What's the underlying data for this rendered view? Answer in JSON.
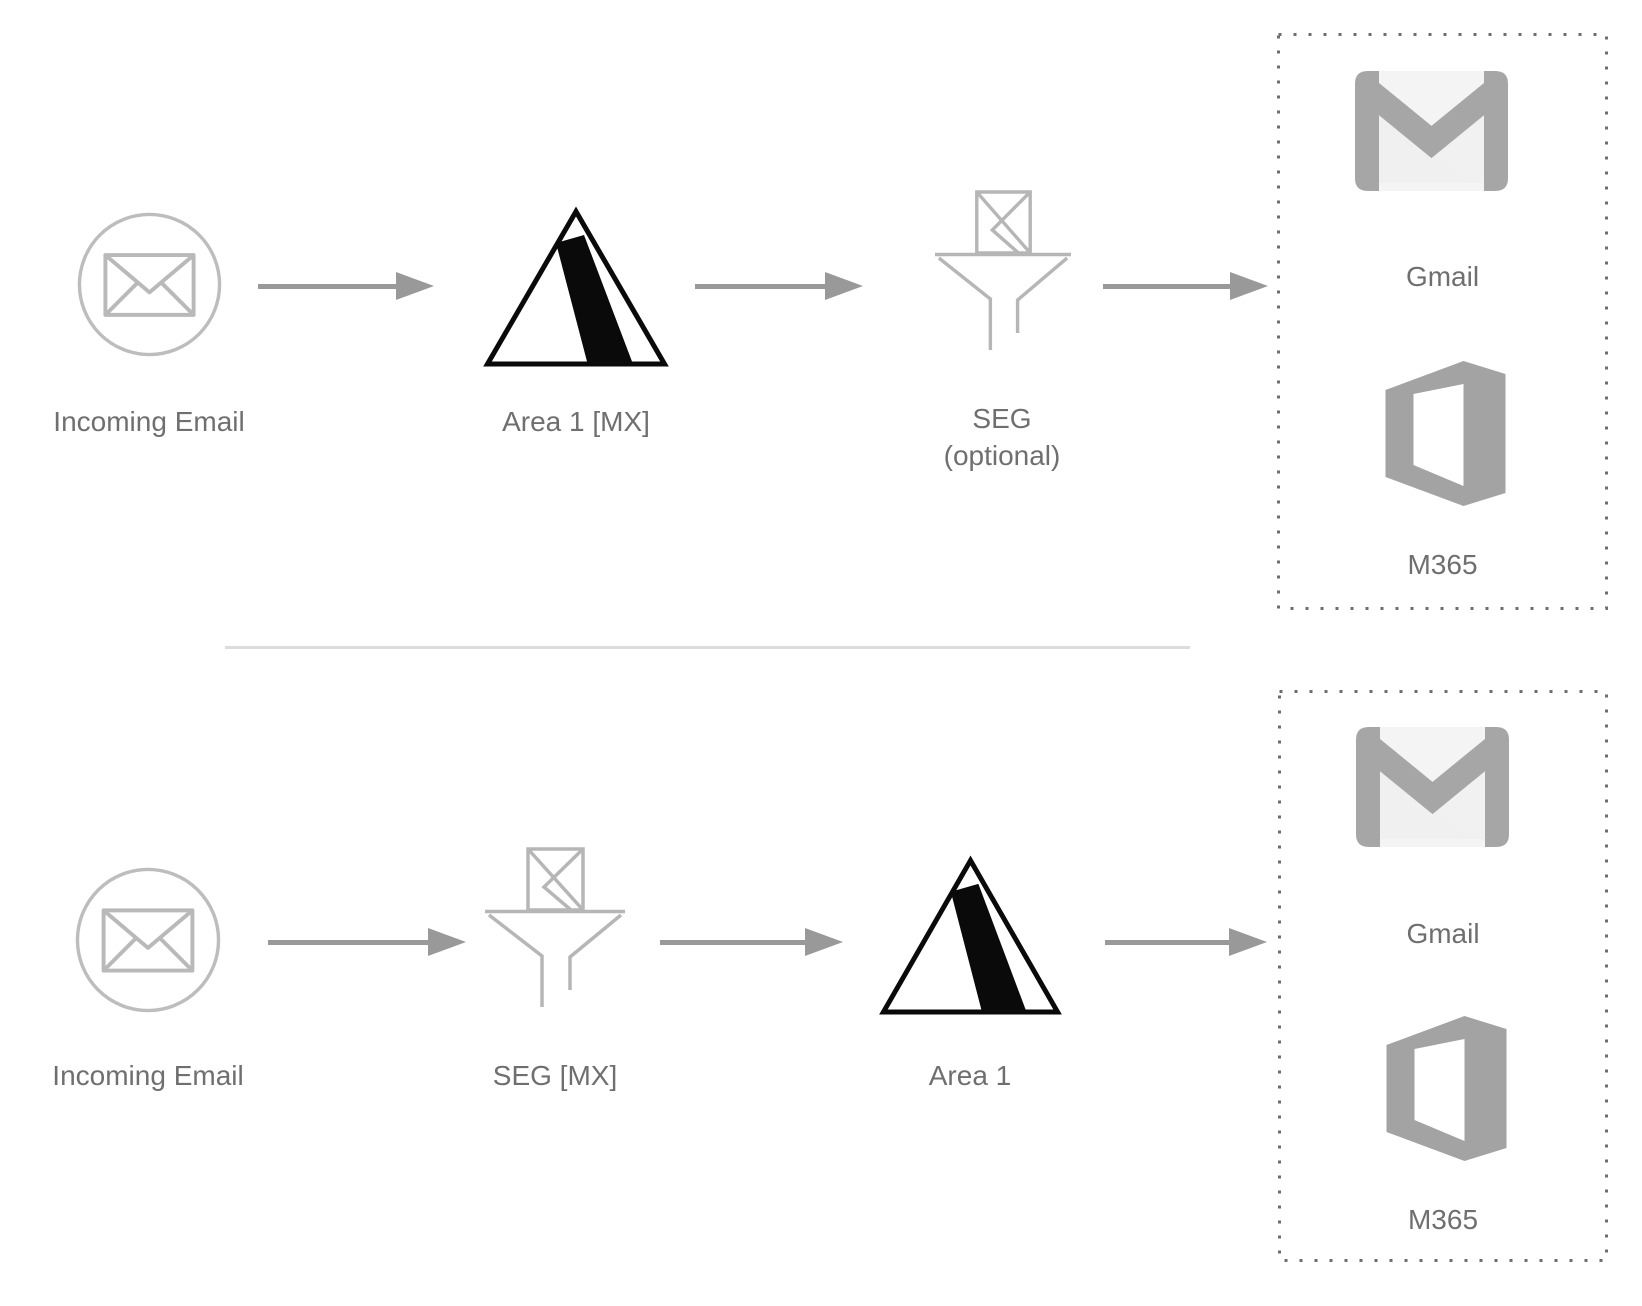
{
  "colors": {
    "arrow": "#999999",
    "outline": "#b9b9b9",
    "text": "#6f6f6f",
    "dotted": "#6e6e6e",
    "divider": "#dcdcdc",
    "logo_black": "#0a0a0a",
    "brand_gray": "#a6a6a6",
    "office_gray": "#a3a3a3",
    "gmail_body": "#f4f4f4"
  },
  "flow_top": {
    "incoming_label": "Incoming Email",
    "gateway_label": "Area 1 [MX]",
    "seg_label_line1": "SEG",
    "seg_label_line2": "(optional)",
    "destinations": {
      "gmail_label": "Gmail",
      "m365_label": "M365"
    }
  },
  "flow_bottom": {
    "incoming_label": "Incoming Email",
    "seg_label": "SEG [MX]",
    "gateway_label": "Area 1",
    "destinations": {
      "gmail_label": "Gmail",
      "m365_label": "M365"
    }
  }
}
